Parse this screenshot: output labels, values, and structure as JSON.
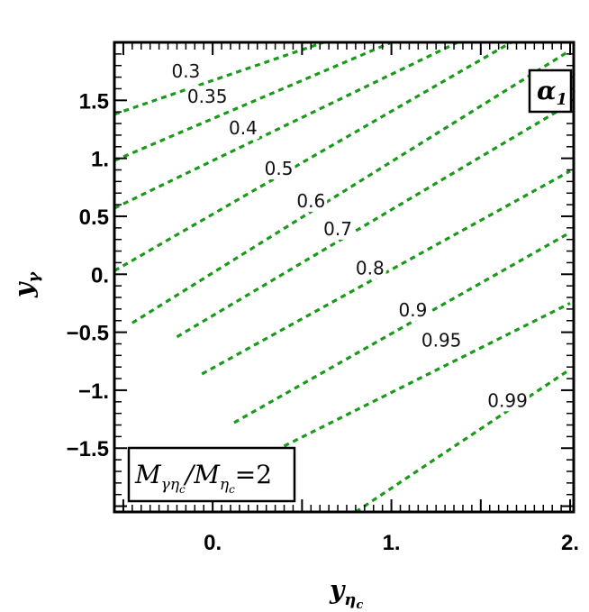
{
  "chart_data": {
    "type": "contour",
    "xlim": [
      -0.55,
      2.02
    ],
    "ylim": [
      -2.05,
      2.0
    ],
    "x_ticks": [
      {
        "value": 0,
        "label": "0."
      },
      {
        "value": 1,
        "label": "1."
      },
      {
        "value": 2,
        "label": "2."
      }
    ],
    "y_ticks": [
      {
        "value": 1.5,
        "label": "1.5"
      },
      {
        "value": 1.0,
        "label": "1."
      },
      {
        "value": 0.5,
        "label": "0.5"
      },
      {
        "value": 0.0,
        "label": "0."
      },
      {
        "value": -0.5,
        "label": "−0.5"
      },
      {
        "value": -1.0,
        "label": "−1."
      },
      {
        "value": -1.5,
        "label": "−1.5"
      }
    ],
    "xlabel": {
      "base": "y",
      "sub": "η",
      "subsub": "c"
    },
    "ylabel": {
      "base": "y",
      "sub": "γ"
    },
    "panel_label": {
      "base": "α",
      "sub": "1"
    },
    "annotation": {
      "main1": "M",
      "sub1": "γη",
      "subsub1": "c",
      "slash": "/",
      "main2": "M",
      "sub2": "η",
      "subsub2": "c",
      "rest": "=2"
    },
    "line_color": "#1a9a1a",
    "line_style": "dashed",
    "contours": [
      {
        "level": 0.3,
        "label": "0.3",
        "points": [
          [
            -0.55,
            1.38
          ],
          [
            0.62,
            2.0
          ]
        ],
        "label_at": [
          -0.15,
          1.74
        ]
      },
      {
        "level": 0.35,
        "label": "0.35",
        "points": [
          [
            -0.55,
            0.98
          ],
          [
            1.0,
            2.0
          ]
        ],
        "label_at": [
          -0.03,
          1.52
        ]
      },
      {
        "level": 0.4,
        "label": "0.4",
        "points": [
          [
            -0.55,
            0.57
          ],
          [
            1.37,
            2.0
          ]
        ],
        "label_at": [
          0.17,
          1.25
        ]
      },
      {
        "level": 0.5,
        "label": "0.5",
        "points": [
          [
            -0.55,
            0.03
          ],
          [
            1.67,
            2.0
          ]
        ],
        "label_at": [
          0.37,
          0.9
        ]
      },
      {
        "level": 0.6,
        "label": "0.6",
        "points": [
          [
            -0.45,
            -0.42
          ],
          [
            2.0,
            1.93
          ]
        ],
        "label_at": [
          0.55,
          0.62
        ]
      },
      {
        "level": 0.7,
        "label": "0.7",
        "points": [
          [
            -0.2,
            -0.54
          ],
          [
            2.0,
            1.47
          ]
        ],
        "label_at": [
          0.7,
          0.38
        ]
      },
      {
        "level": 0.8,
        "label": "0.8",
        "points": [
          [
            -0.06,
            -0.86
          ],
          [
            2.0,
            0.89
          ]
        ],
        "label_at": [
          0.88,
          0.04
        ]
      },
      {
        "level": 0.9,
        "label": "0.9",
        "points": [
          [
            0.12,
            -1.28
          ],
          [
            2.0,
            0.36
          ]
        ],
        "label_at": [
          1.12,
          -0.32
        ]
      },
      {
        "level": 0.95,
        "label": "0.95",
        "points": [
          [
            0.35,
            -1.52
          ],
          [
            2.0,
            -0.25
          ]
        ],
        "label_at": [
          1.28,
          -0.58
        ]
      },
      {
        "level": 0.99,
        "label": "0.99",
        "points": [
          [
            0.8,
            -2.05
          ],
          [
            2.0,
            -0.82
          ]
        ],
        "label_at": [
          1.65,
          -1.1
        ]
      }
    ],
    "grid": false,
    "legend": "none"
  }
}
